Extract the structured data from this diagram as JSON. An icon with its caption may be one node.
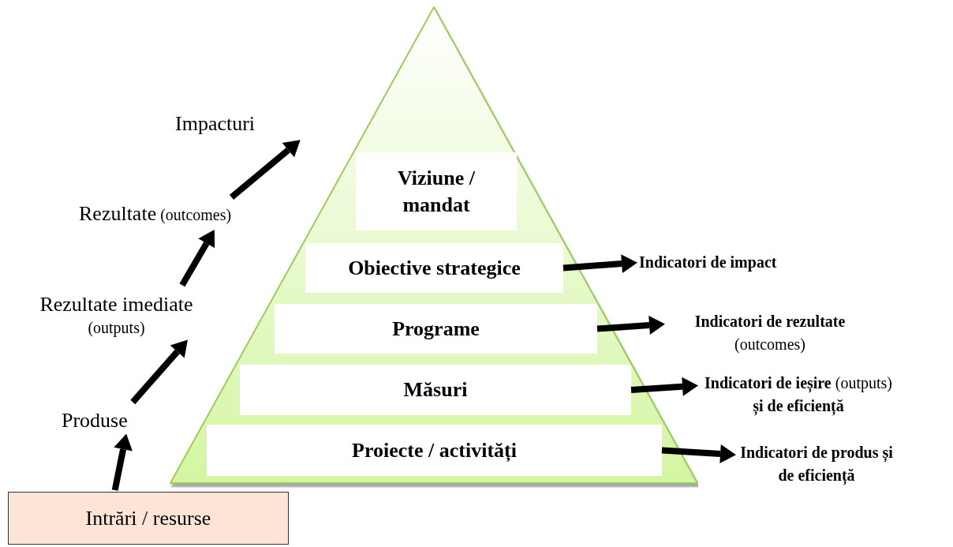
{
  "diagram": {
    "nodes": [
      {
        "text": [],
        "shape": "triangle"
      },
      {
        "text": [
          "Viziune / mandat"
        ],
        "in": 0
      },
      {
        "text": [
          "Obiective strategice"
        ],
        "in": 0
      },
      {
        "text": [
          "Programe"
        ],
        "in": 0
      },
      {
        "text": [
          "Măsuri"
        ],
        "in": 0
      },
      {
        "text": [
          "Proiecte / activități"
        ],
        "in": 0
      },
      {
        "text": [
          "Impacturi"
        ]
      },
      {
        "text": [
          "Rezultate",
          "(outcomes)"
        ]
      },
      {
        "text": [
          "Rezultate imediate",
          "(outputs)"
        ]
      },
      {
        "text": [
          "Produse"
        ]
      },
      {
        "text": [
          "Intrări / resurse"
        ]
      },
      {
        "text": [
          "Indicatori de impact"
        ]
      },
      {
        "text": [
          "**Indicatori de rezultate** (outcomes)"
        ]
      },
      {
        "text": [
          "**Indicatori de ieșire** (outputs) **și de eficiență**"
        ]
      },
      {
        "text": [
          "Indicatori de produs și de eficiență"
        ]
      }
    ],
    "edges": [
      {
        "from": 10,
        "to": 9,
        "arrow": "to"
      },
      {
        "from": 9,
        "to": 8,
        "arrow": "to"
      },
      {
        "from": 8,
        "to": 7,
        "arrow": "to"
      },
      {
        "from": 7,
        "to": 6,
        "arrow": "to"
      },
      {
        "from": 2,
        "to": 11,
        "arrow": "to"
      },
      {
        "from": 3,
        "to": 12,
        "arrow": "to"
      },
      {
        "from": 4,
        "to": 13,
        "arrow": "to"
      },
      {
        "from": 5,
        "to": 14,
        "arrow": "to"
      }
    ]
  }
}
